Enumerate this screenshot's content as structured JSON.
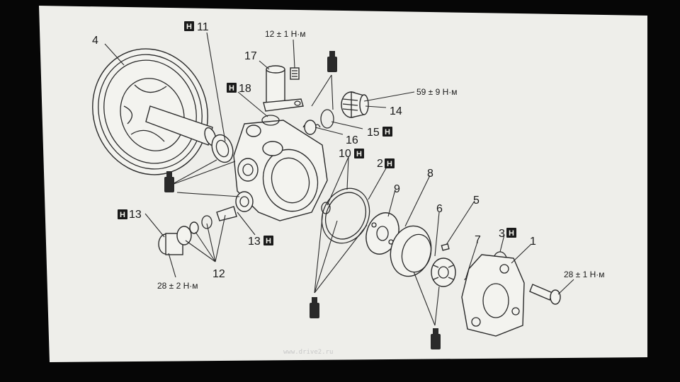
{
  "diagram": {
    "labels": {
      "l1": "1",
      "l2": "2",
      "l3": "3",
      "l4": "4",
      "l5": "5",
      "l6": "6",
      "l7": "7",
      "l8": "8",
      "l9": "9",
      "l10": "10",
      "l11": "11",
      "l12": "12",
      "l13a": "13",
      "l13b": "13",
      "l14": "14",
      "l15": "15",
      "l16": "16",
      "l17": "17",
      "l18": "18"
    },
    "h_mark": "H",
    "torques": {
      "top": "12 ± 1 Н·м",
      "right_upper": "59 ± 9 Н·м",
      "left_lower": "28 ± 2 Н·м",
      "right_lower": "28 ± 1 Н·м"
    },
    "watermark": "www.drive2.ru"
  }
}
